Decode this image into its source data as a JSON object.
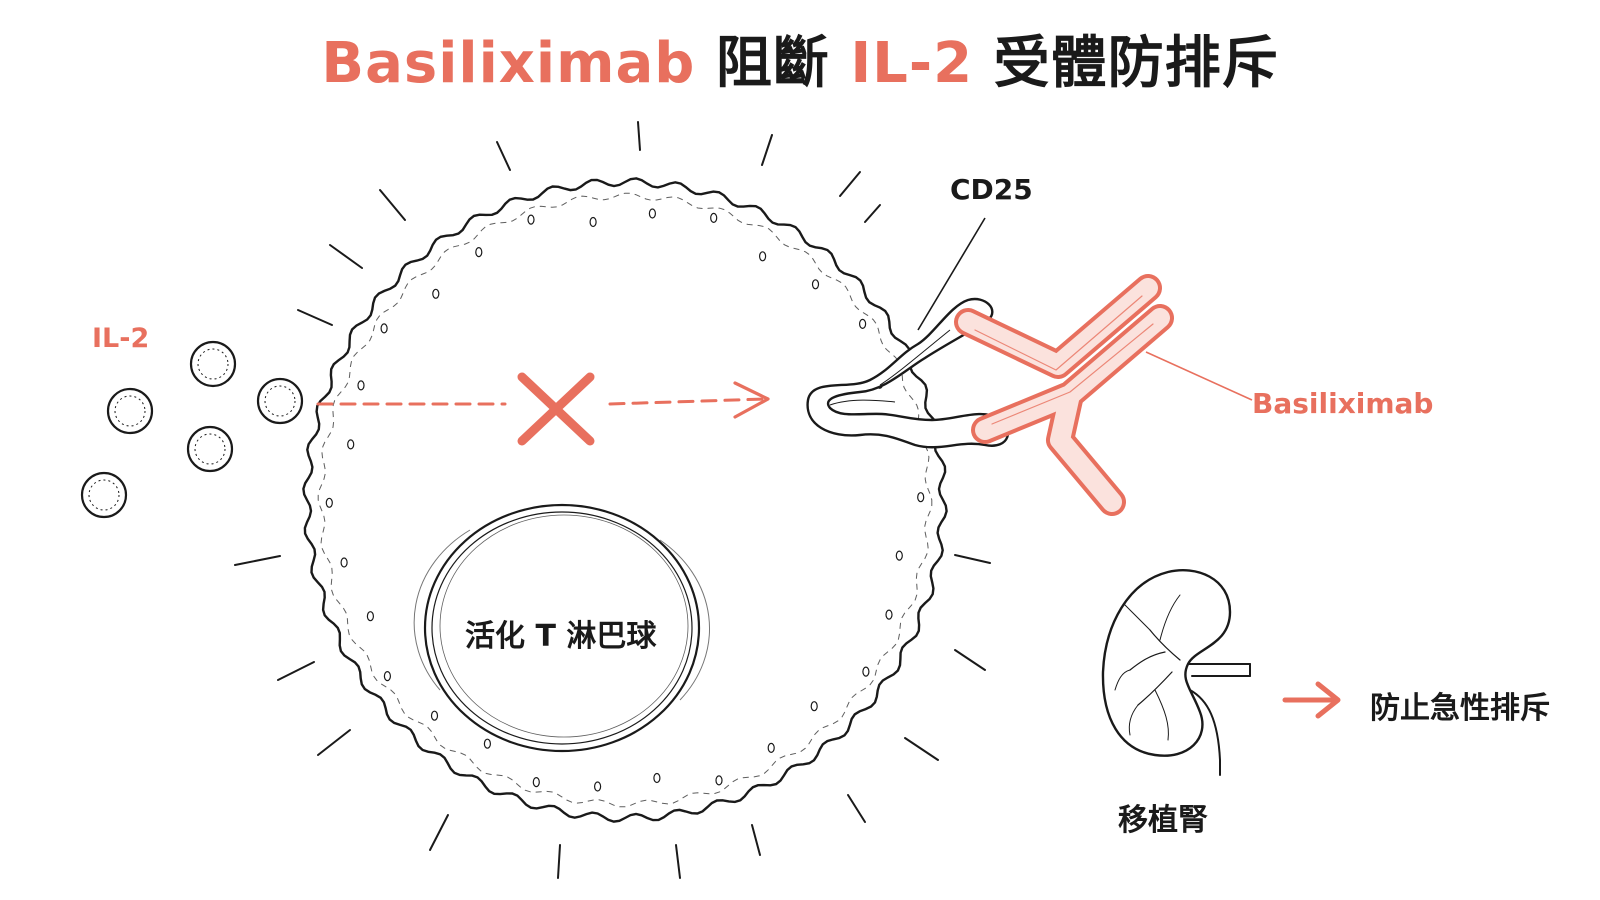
{
  "title": {
    "part1": "Basiliximab",
    "part2": "阻斷",
    "part3": "IL-2",
    "part4": "受體防排斥"
  },
  "labels": {
    "il2": "IL-2",
    "cd25": "CD25",
    "basiliximab": "Basiliximab",
    "t_cell": "活化 T 淋巴球",
    "kidney": "移植腎",
    "outcome": "防止急性排斥"
  },
  "colors": {
    "accent": "#e8705e",
    "ink": "#1a1a1a",
    "antibody_fill": "#fbe2dd"
  }
}
